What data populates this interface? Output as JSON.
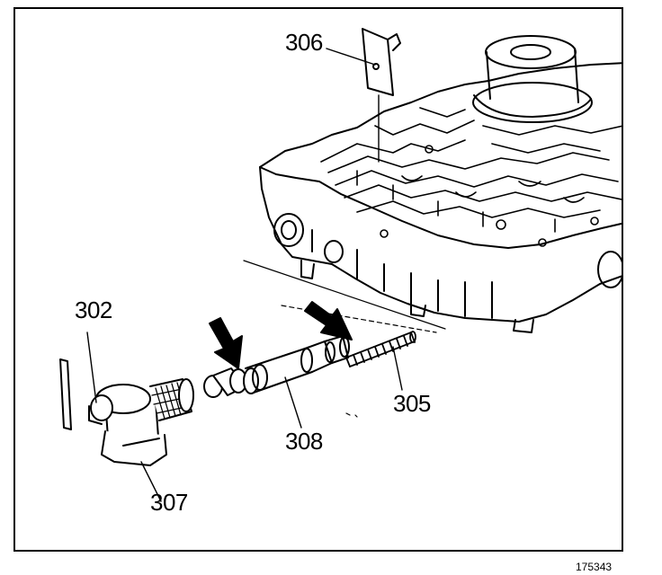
{
  "figure": {
    "figure_number": "175343",
    "callouts": {
      "c302": "302",
      "c305": "305",
      "c306": "306",
      "c307": "307",
      "c308": "308"
    }
  },
  "colors": {
    "ink": "#000000",
    "paper": "#ffffff"
  }
}
